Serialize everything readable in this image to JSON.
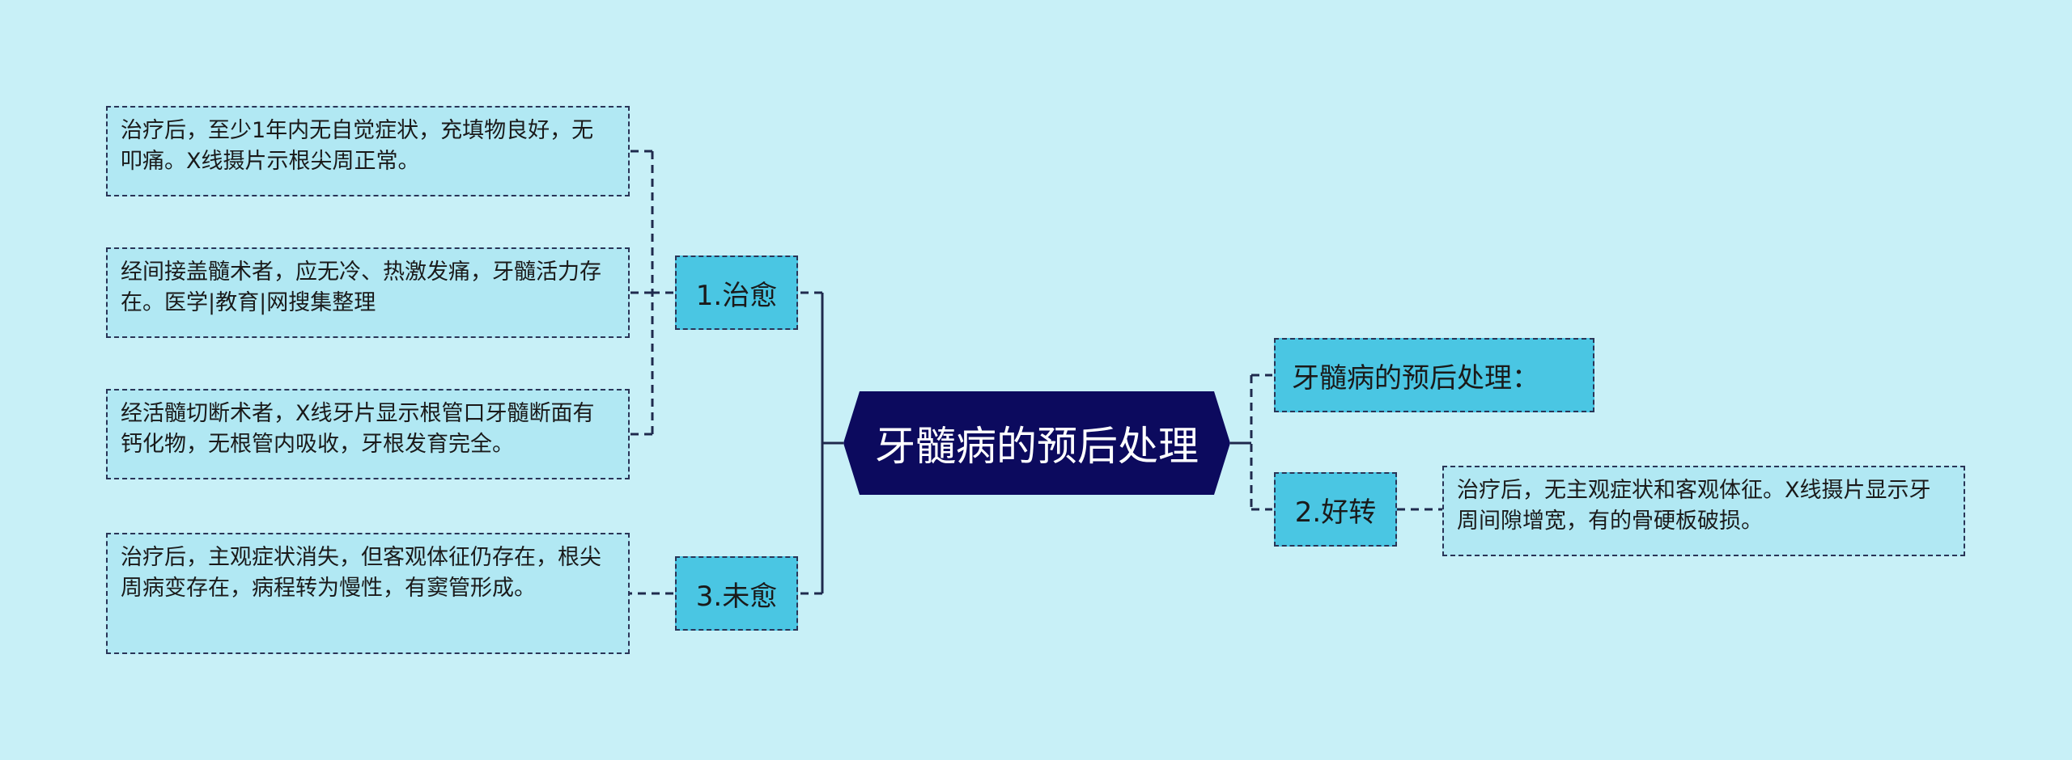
{
  "root": {
    "label": "牙髓病的预后处理"
  },
  "branches": {
    "cured": {
      "label": "1.治愈",
      "children": [
        "治疗后，至少1年内无自觉症状，充填物良好，无叩痛。X线摄片示根尖周正常。",
        "经间接盖髓术者，应无冷、热激发痛，牙髓活力存在。医学|教育|网搜集整理",
        "经活髓切断术者，X线牙片显示根管口牙髓断面有钙化物，无根管内吸收，牙根发育完全。"
      ]
    },
    "not_cured": {
      "label": "3.未愈",
      "children": [
        "治疗后，主观症状消失，但客观体征仍存在，根尖周病变存在，病程转为慢性，有窦管形成。"
      ]
    },
    "intro": {
      "label": "牙髓病的预后处理："
    },
    "improved": {
      "label": "2.好转",
      "children": [
        "治疗后，无主观症状和客观体征。X线摄片显示牙周间隙增宽，有的骨硬板破损。"
      ]
    }
  },
  "colors": {
    "background": "#c8f0f7",
    "root_fill": "#0c0a5e",
    "branch_fill": "#4ac6e3",
    "leaf_fill": "#b1e8f3",
    "connector": "#1f2a4d"
  }
}
